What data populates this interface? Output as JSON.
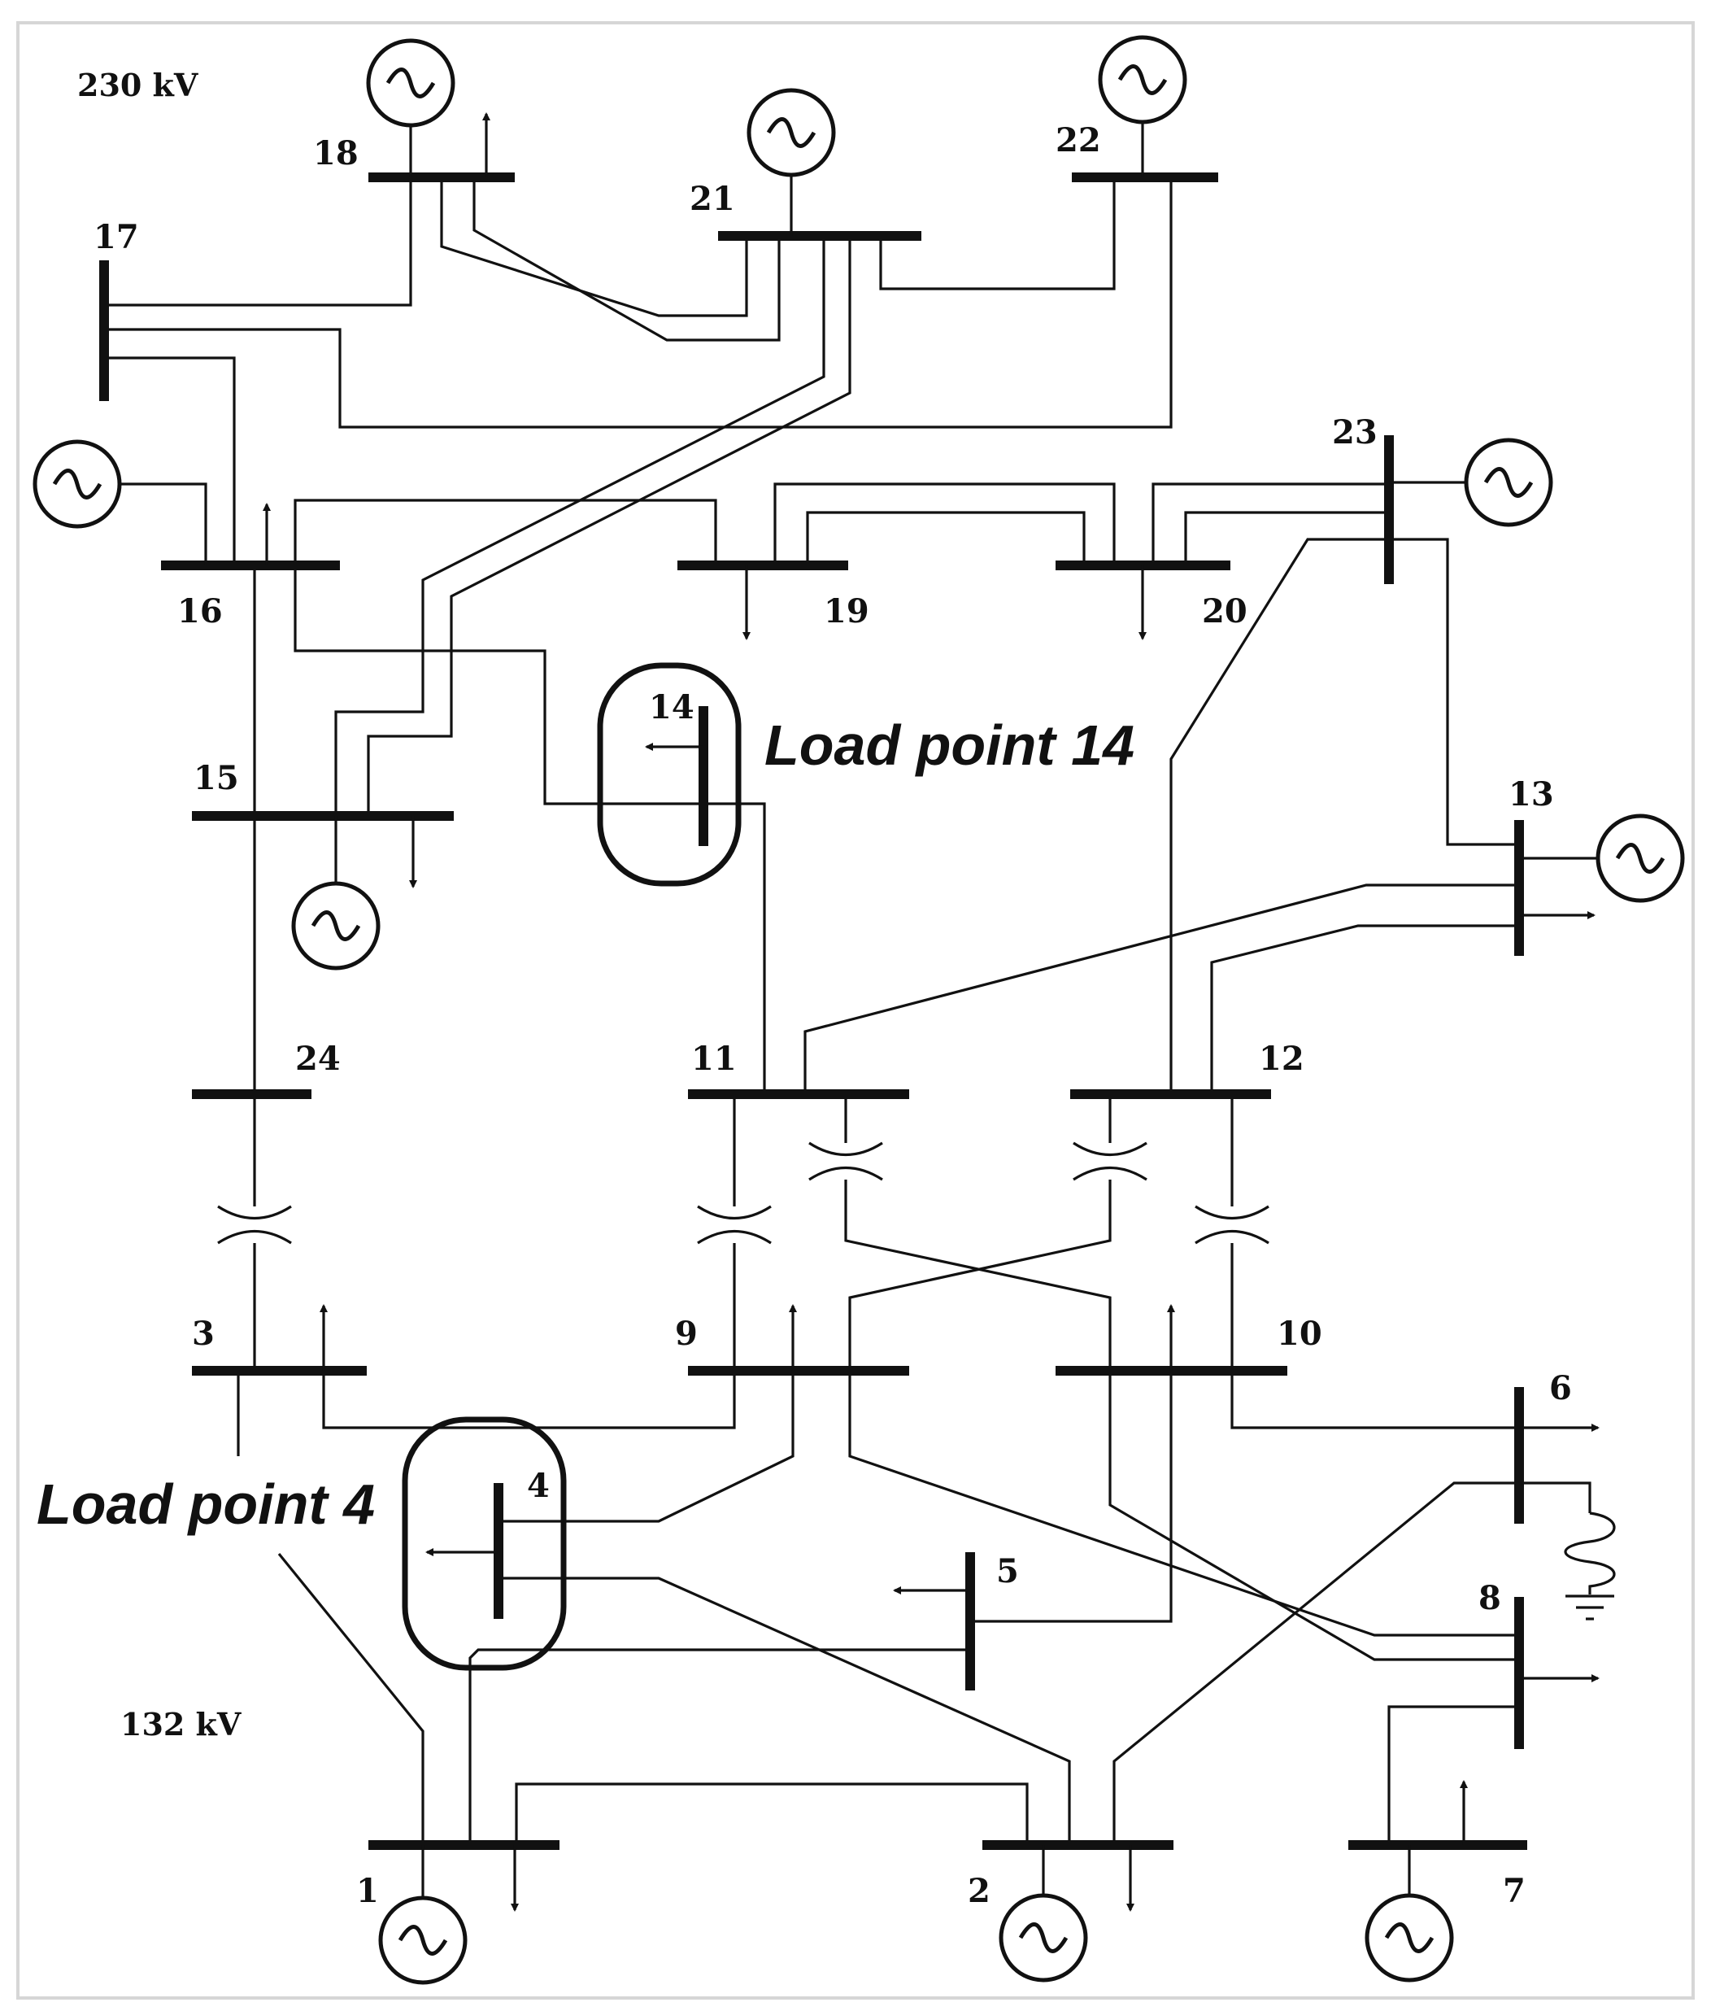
{
  "voltage_labels": {
    "high": "230 kV",
    "low": "132 kV"
  },
  "bus_labels": {
    "b1": "1",
    "b2": "2",
    "b3": "3",
    "b4": "4",
    "b5": "5",
    "b6": "6",
    "b7": "7",
    "b8": "8",
    "b9": "9",
    "b10": "10",
    "b11": "11",
    "b12": "12",
    "b13": "13",
    "b14": "14",
    "b15": "15",
    "b16": "16",
    "b17": "17",
    "b18": "18",
    "b19": "19",
    "b20": "20",
    "b21": "21",
    "b22": "22",
    "b23": "23",
    "b24": "24"
  },
  "annotations": {
    "lp14": "Load point 14",
    "lp4": "Load point 4"
  }
}
